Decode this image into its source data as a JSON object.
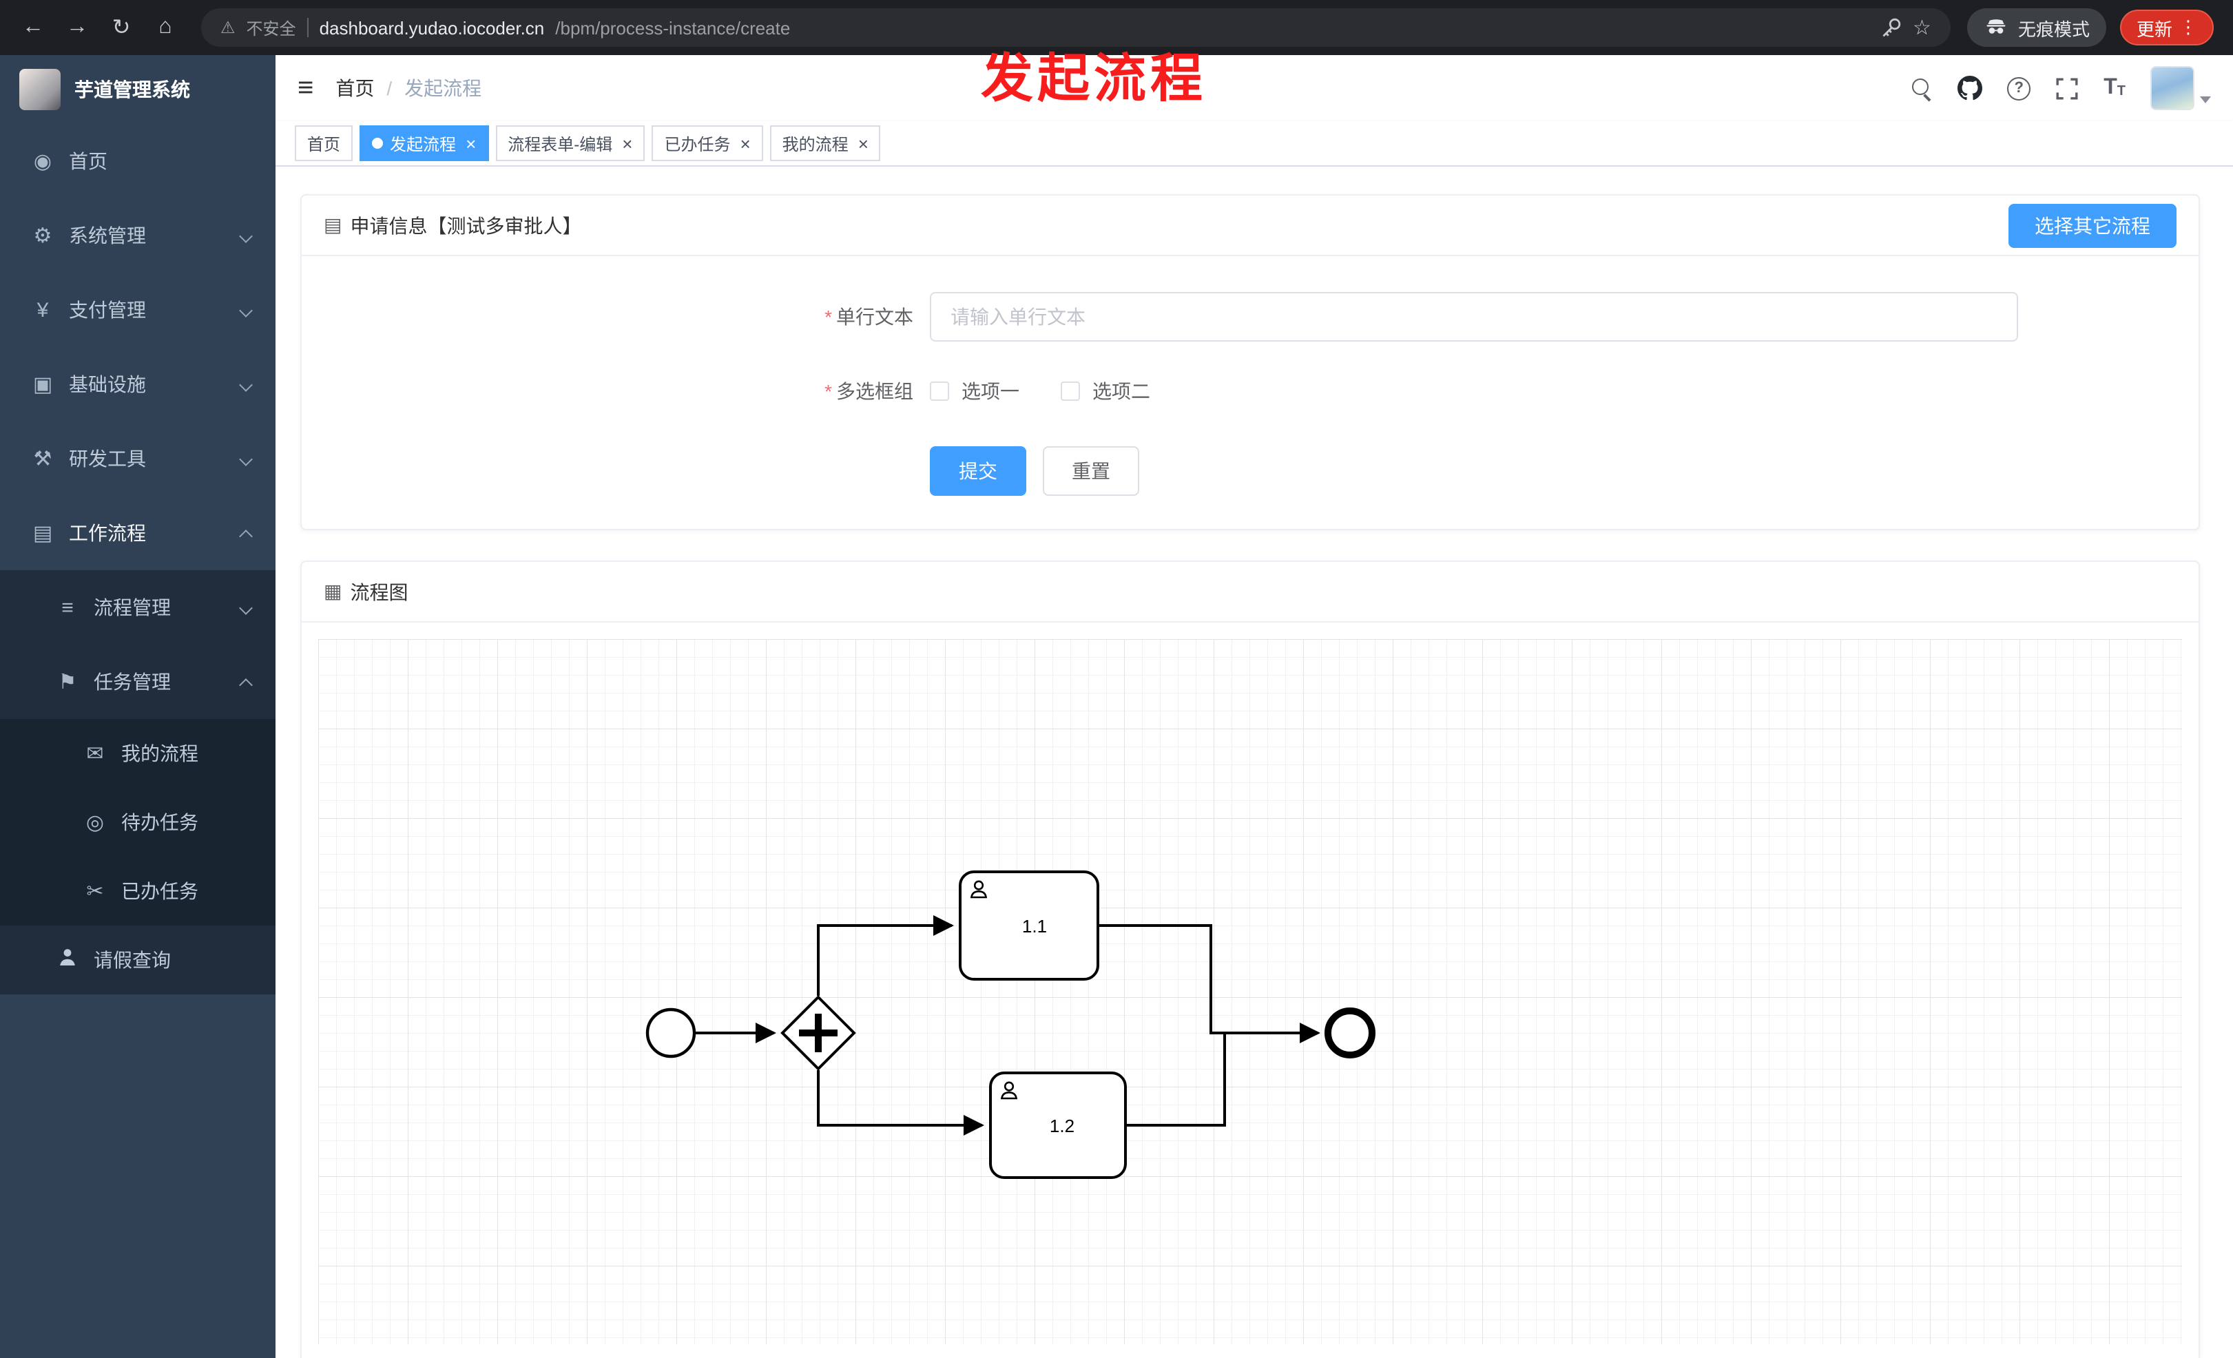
{
  "browser": {
    "security_label": "不安全",
    "url_host": "dashboard.yudao.iocoder.cn",
    "url_path": "/bpm/process-instance/create",
    "incognito_label": "无痕模式",
    "update_label": "更新"
  },
  "annotation": {
    "text": "发起流程",
    "color": "#f81d1d"
  },
  "sidebar": {
    "logo_title": "芋道管理系统",
    "menu": [
      {
        "label": "首页"
      },
      {
        "label": "系统管理"
      },
      {
        "label": "支付管理"
      },
      {
        "label": "基础设施"
      },
      {
        "label": "研发工具"
      },
      {
        "label": "工作流程"
      }
    ],
    "workflow_children": [
      {
        "label": "流程管理"
      },
      {
        "label": "任务管理"
      }
    ],
    "task_children": [
      {
        "label": "我的流程"
      },
      {
        "label": "待办任务"
      },
      {
        "label": "已办任务"
      }
    ],
    "leave_item": "请假查询"
  },
  "header": {
    "breadcrumb": [
      "首页",
      "发起流程"
    ],
    "separator": "/"
  },
  "tabs": [
    {
      "label": "首页",
      "active": false,
      "closable": false
    },
    {
      "label": "发起流程",
      "active": true,
      "closable": true
    },
    {
      "label": "流程表单-编辑",
      "active": false,
      "closable": true
    },
    {
      "label": "已办任务",
      "active": false,
      "closable": true
    },
    {
      "label": "我的流程",
      "active": false,
      "closable": true
    }
  ],
  "form_card": {
    "title": "申请信息【测试多审批人】",
    "select_other_button": "选择其它流程",
    "required_mark": "*",
    "text_label": "单行文本",
    "text_placeholder": "请输入单行文本",
    "checkbox_label": "多选框组",
    "options": [
      "选项一",
      "选项二"
    ],
    "submit_label": "提交",
    "reset_label": "重置"
  },
  "diagram_card": {
    "title": "流程图",
    "task1_label": "1.1",
    "task2_label": "1.2"
  },
  "icons": {
    "back": "←",
    "forward": "→",
    "reload": "↻",
    "home": "⌂",
    "warning": "⚠",
    "star": "☆",
    "menu_dots": "⋮",
    "hamburger": "≡",
    "question": "?",
    "close": "×",
    "fontsize_large": "T",
    "fontsize_small": "T",
    "dashboard": "◉",
    "gear": "⚙",
    "yen": "¥",
    "infra": "▣",
    "tools": "⚒",
    "workflow": "▤",
    "process": "≡",
    "task": "⚑",
    "myflow": "✉",
    "todo": "◎",
    "done": "✂",
    "form": "▤",
    "flow": "▦"
  },
  "colors": {
    "primary": "#409eff",
    "sidebar_bg": "#304156",
    "active_tab": "#409eff",
    "update_red": "#d93025"
  }
}
